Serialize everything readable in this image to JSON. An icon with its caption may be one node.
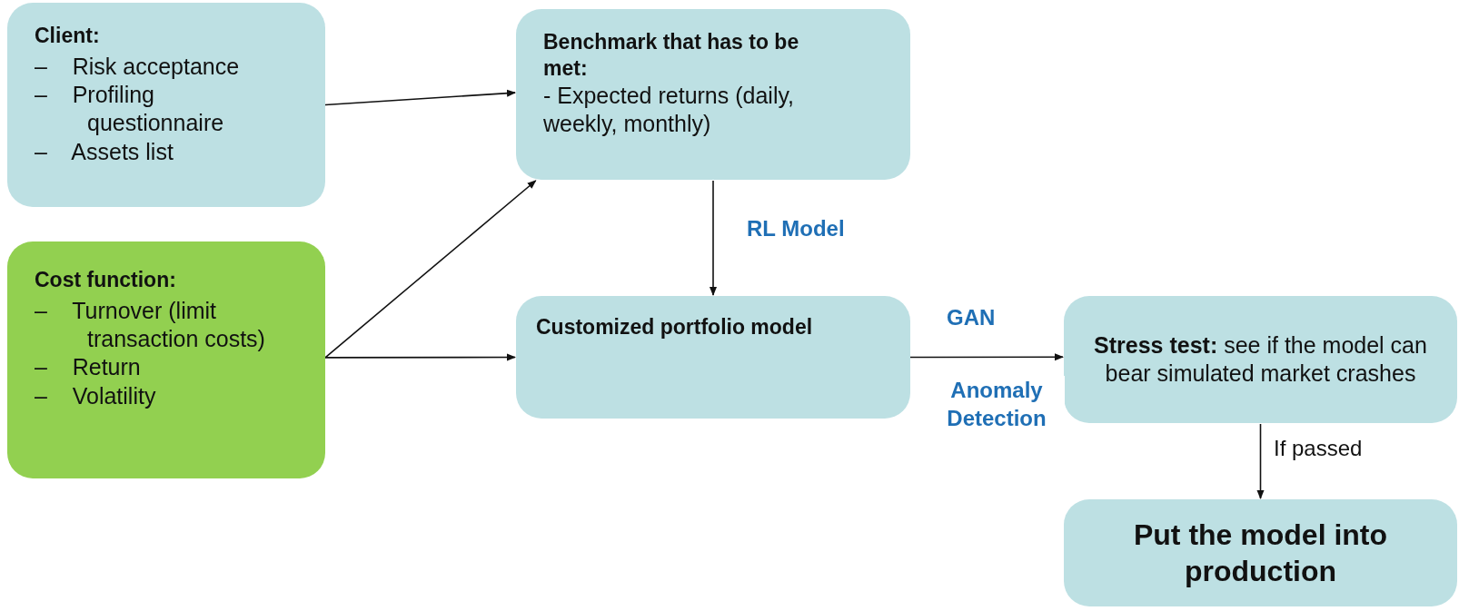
{
  "diagram": {
    "nodes": [
      {
        "text": [
          "Client:",
          "– Risk acceptance",
          "– Profiling questionnaire",
          "– Assets list"
        ]
      },
      {
        "text": [
          "Benchmark that has to be met:",
          "- Expected returns (daily, weekly, monthly)"
        ]
      },
      {
        "text": [
          "Cost function:",
          "– Turnover (limit transaction costs)",
          "– Return",
          "– Volatility"
        ]
      },
      {
        "text": [
          "Customized portfolio model"
        ]
      },
      {
        "text": [
          "**Stress test:** see if the model can bear simulated market crashes"
        ]
      },
      {
        "text": [
          "Put the model into production"
        ]
      }
    ],
    "edges": [
      {
        "from": 0,
        "to": 1,
        "arrow": "to"
      },
      {
        "from": 2,
        "to": 1,
        "arrow": "to"
      },
      {
        "from": 2,
        "to": 3,
        "arrow": "to"
      },
      {
        "from": 1,
        "to": 3,
        "arrow": "to",
        "label": "RL Model"
      },
      {
        "from": 3,
        "to": 4,
        "arrow": "to",
        "label": "GAN"
      },
      {
        "from": 4,
        "to": 5,
        "arrow": "to",
        "label": "If passed"
      }
    ],
    "labels": [
      "Anomaly Detection"
    ]
  }
}
